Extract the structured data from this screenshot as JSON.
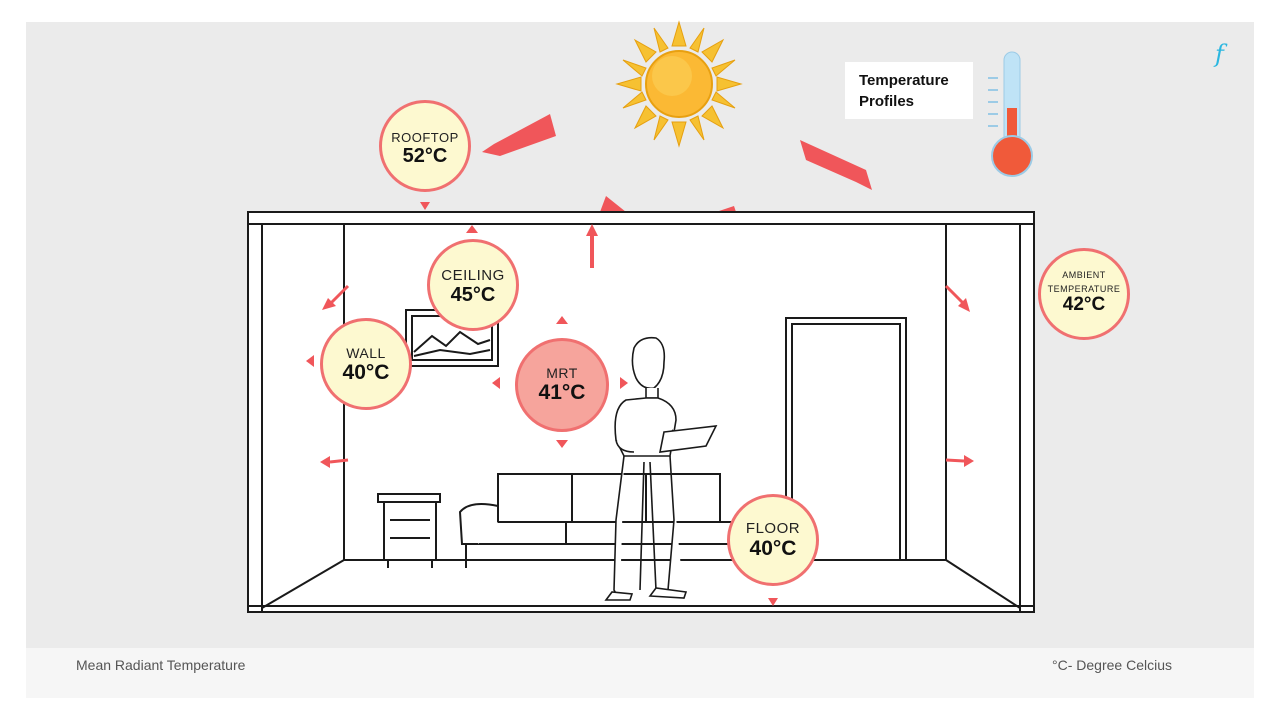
{
  "title": "Temperature Profiles",
  "brand_glyph": "f",
  "footer": {
    "left": "Mean Radiant Temperature",
    "right": "°C- Degree Celcius"
  },
  "bubbles": {
    "rooftop": {
      "label": "ROOFTOP",
      "value": "52°C"
    },
    "ceiling": {
      "label": "CEILING",
      "value": "45°C"
    },
    "wall": {
      "label": "WALL",
      "value": "40°C"
    },
    "mrt": {
      "label": "MRT",
      "value": "41°C"
    },
    "floor": {
      "label": "FLOOR",
      "value": "40°C"
    },
    "ambient": {
      "label_line1": "AMBIENT",
      "label_line2": "TEMPERATURE",
      "value": "42°C"
    }
  },
  "colors": {
    "arrow": "#f0565a",
    "bubble_fill": "#fdf9d0",
    "bubble_border": "#f07070",
    "mrt_fill": "#f6a49c",
    "sun_core": "#fbb934",
    "sun_rays": "#f6c132",
    "thermo_red": "#f05a3a",
    "thermo_blue": "#bfe3f6",
    "accent": "#2bb7e0"
  },
  "icons": [
    "sun-icon",
    "thermometer-icon",
    "person-icon",
    "sofa-icon",
    "side-table-icon",
    "picture-frame-icon",
    "door-icon"
  ]
}
